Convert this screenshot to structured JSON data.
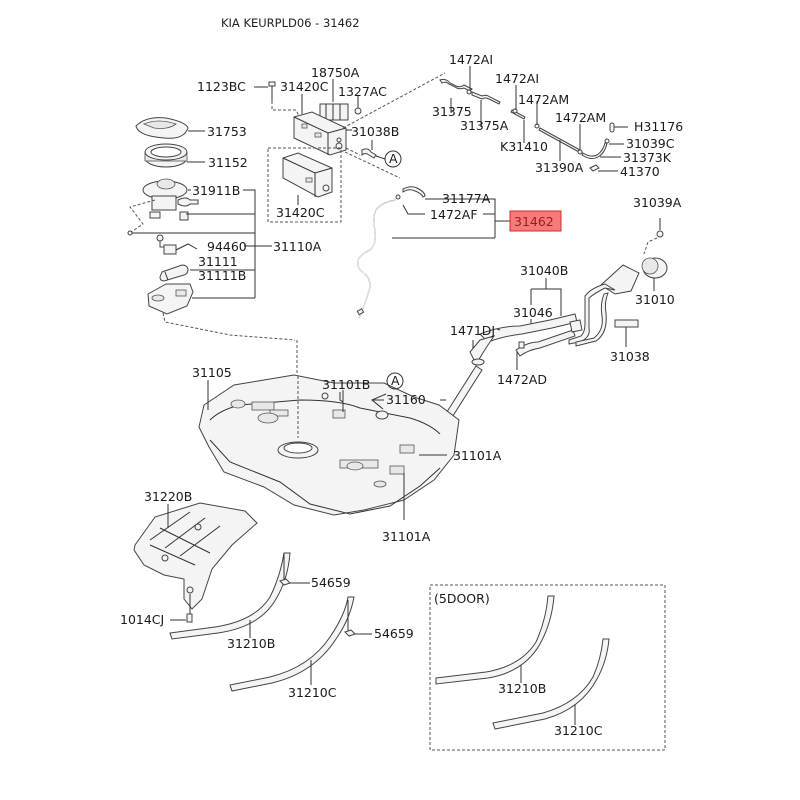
{
  "header": {
    "title": "KIA KEURPLD06 - 31462"
  },
  "highlight": {
    "part_number": "31462",
    "color": "#f57b7b",
    "border_color": "#d42a2a"
  },
  "labels": {
    "p1123BC": "1123BC",
    "p31420C_top": "31420C",
    "p18750A": "18750A",
    "p1327AC": "1327AC",
    "p31038B": "31038B",
    "p31420C_box": "31420C",
    "callout_A1": "A",
    "p31753": "31753",
    "p31152": "31152",
    "p31911B": "31911B",
    "p94460": "94460",
    "p31110A": "31110A",
    "p31111": "31111",
    "p31111B": "31111B",
    "p1472AI_1": "1472AI",
    "p1472AI_2": "1472AI",
    "p31375": "31375",
    "p31375A": "31375A",
    "p1472AM_1": "1472AM",
    "p1472AM_2": "1472AM",
    "pK31410": "K31410",
    "p31390A": "31390A",
    "pH31176": "H31176",
    "p31039C": "31039C",
    "p31373K": "31373K",
    "p41370": "41370",
    "p31177A": "31177A",
    "p1472AF": "1472AF",
    "p31039A": "31039A",
    "p31040B": "31040B",
    "p31046": "31046",
    "p31010": "31010",
    "p1471DJ": "1471DJ",
    "p31038": "31038",
    "p1472AD": "1472AD",
    "p31105": "31105",
    "p31101B": "31101B",
    "callout_A2": "A",
    "p31160": "31160",
    "p31101A_1": "31101A",
    "p31101A_2": "31101A",
    "p31220B": "31220B",
    "p54659_1": "54659",
    "p54659_2": "54659",
    "p1014CJ": "1014CJ",
    "p31210B": "31210B",
    "p31210C": "31210C",
    "variant_label": "(5DOOR)",
    "p31210B_5d": "31210B",
    "p31210C_5d": "31210C"
  }
}
